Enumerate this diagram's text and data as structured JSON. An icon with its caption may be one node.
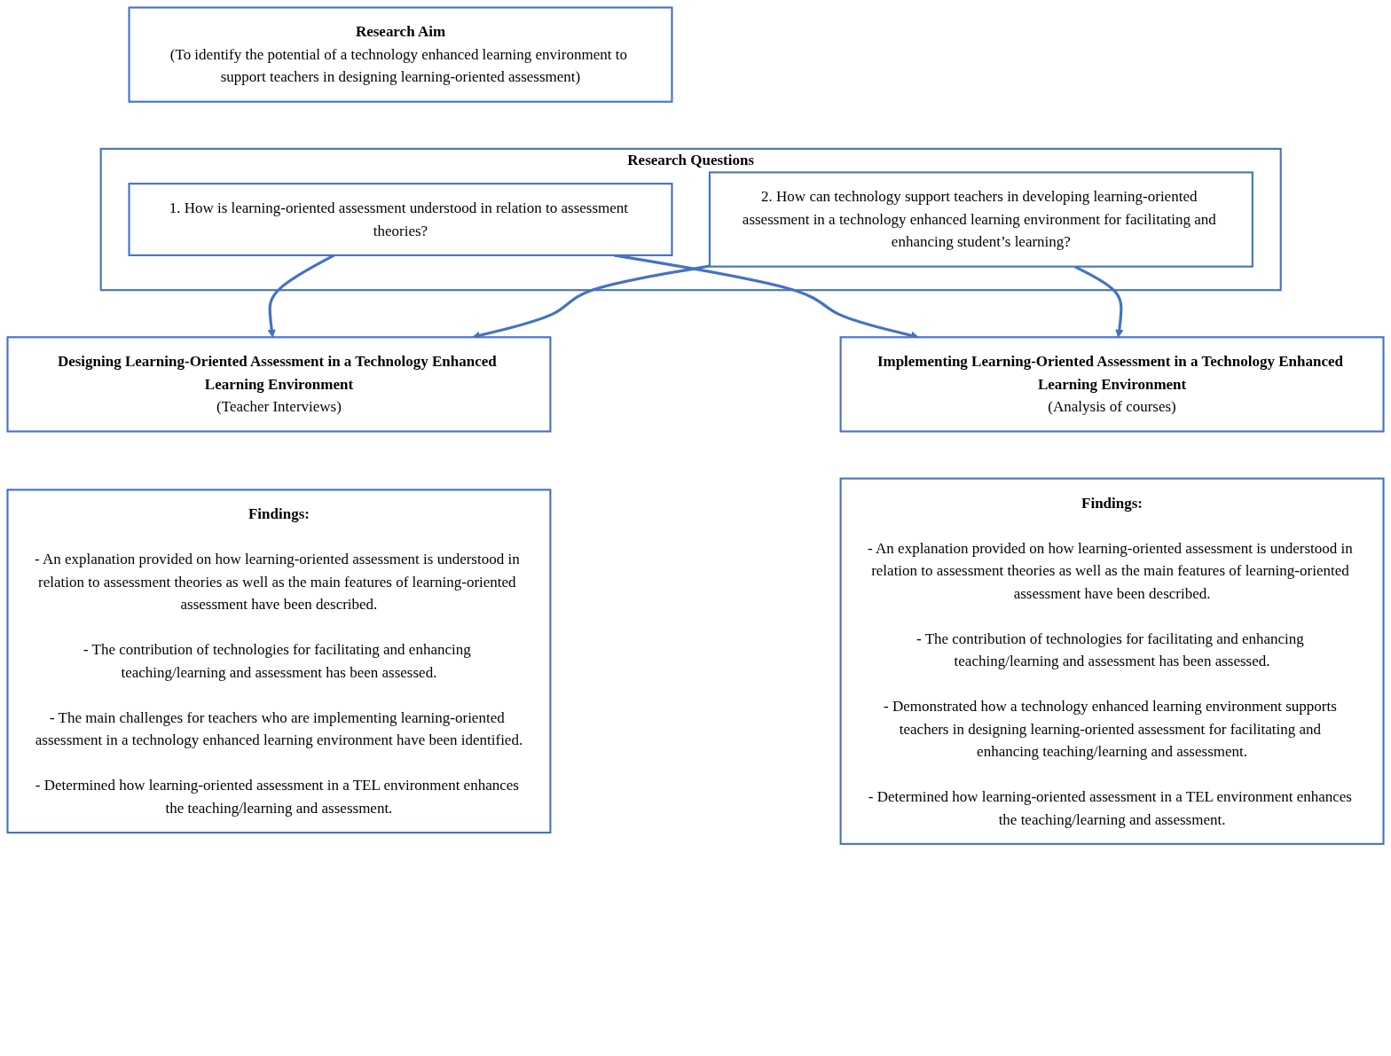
{
  "diagram": {
    "nodes": [
      {
        "text": [
          "Research Aim",
          "(To identify the potential of a technology enhanced learning environment to support teachers in designing learning-oriented assessment)"
        ]
      },
      {
        "text": [
          "Research Questions"
        ]
      },
      {
        "text": [
          "1. How is learning-oriented assessment understood in relation to assessment theories?"
        ],
        "in": 1
      },
      {
        "text": [
          "2. How can technology support teachers in developing learning-oriented assessment in a technology enhanced learning environment for facilitating and enhancing student’s learning?"
        ],
        "in": 1
      },
      {
        "text": [
          "Designing Learning-Oriented Assessment in a Technology Enhanced Learning Environment",
          "(Teacher Interviews)"
        ]
      },
      {
        "text": [
          "Implementing Learning-Oriented Assessment in a Technology Enhanced Learning Environment",
          "(Analysis of courses)"
        ]
      },
      {
        "text": [
          "Findings:",
          "- An explanation provided on how learning-oriented assessment is understood in relation to assessment theories as well as the main features of learning-oriented assessment have been described.",
          "- The contribution of technologies for facilitating and enhancing teaching/learning and assessment has been assessed.",
          "- The main challenges for teachers who are implementing learning-oriented assessment in a technology enhanced learning environment have been identified.",
          "- Determined how learning-oriented assessment in a TEL environment enhances the teaching/learning and assessment."
        ]
      },
      {
        "text": [
          "Findings:",
          "- An explanation provided on how learning-oriented assessment is understood in relation to assessment theories as well as the main features of learning-oriented assessment have been described.",
          "- The contribution of technologies for facilitating and enhancing teaching/learning and assessment has been assessed.",
          "- Demonstrated how a technology enhanced learning environment supports teachers in designing learning-oriented assessment for facilitating and enhancing teaching/learning and assessment.",
          "- Determined how learning-oriented assessment in a TEL environment enhances the teaching/learning and assessment."
        ]
      }
    ],
    "edges": [
      {
        "from": 2,
        "to": 4,
        "arrow": "to"
      },
      {
        "from": 2,
        "to": 5,
        "arrow": "to"
      },
      {
        "from": 3,
        "to": 4,
        "arrow": "to"
      },
      {
        "from": 3,
        "to": 5,
        "arrow": "to"
      }
    ]
  }
}
